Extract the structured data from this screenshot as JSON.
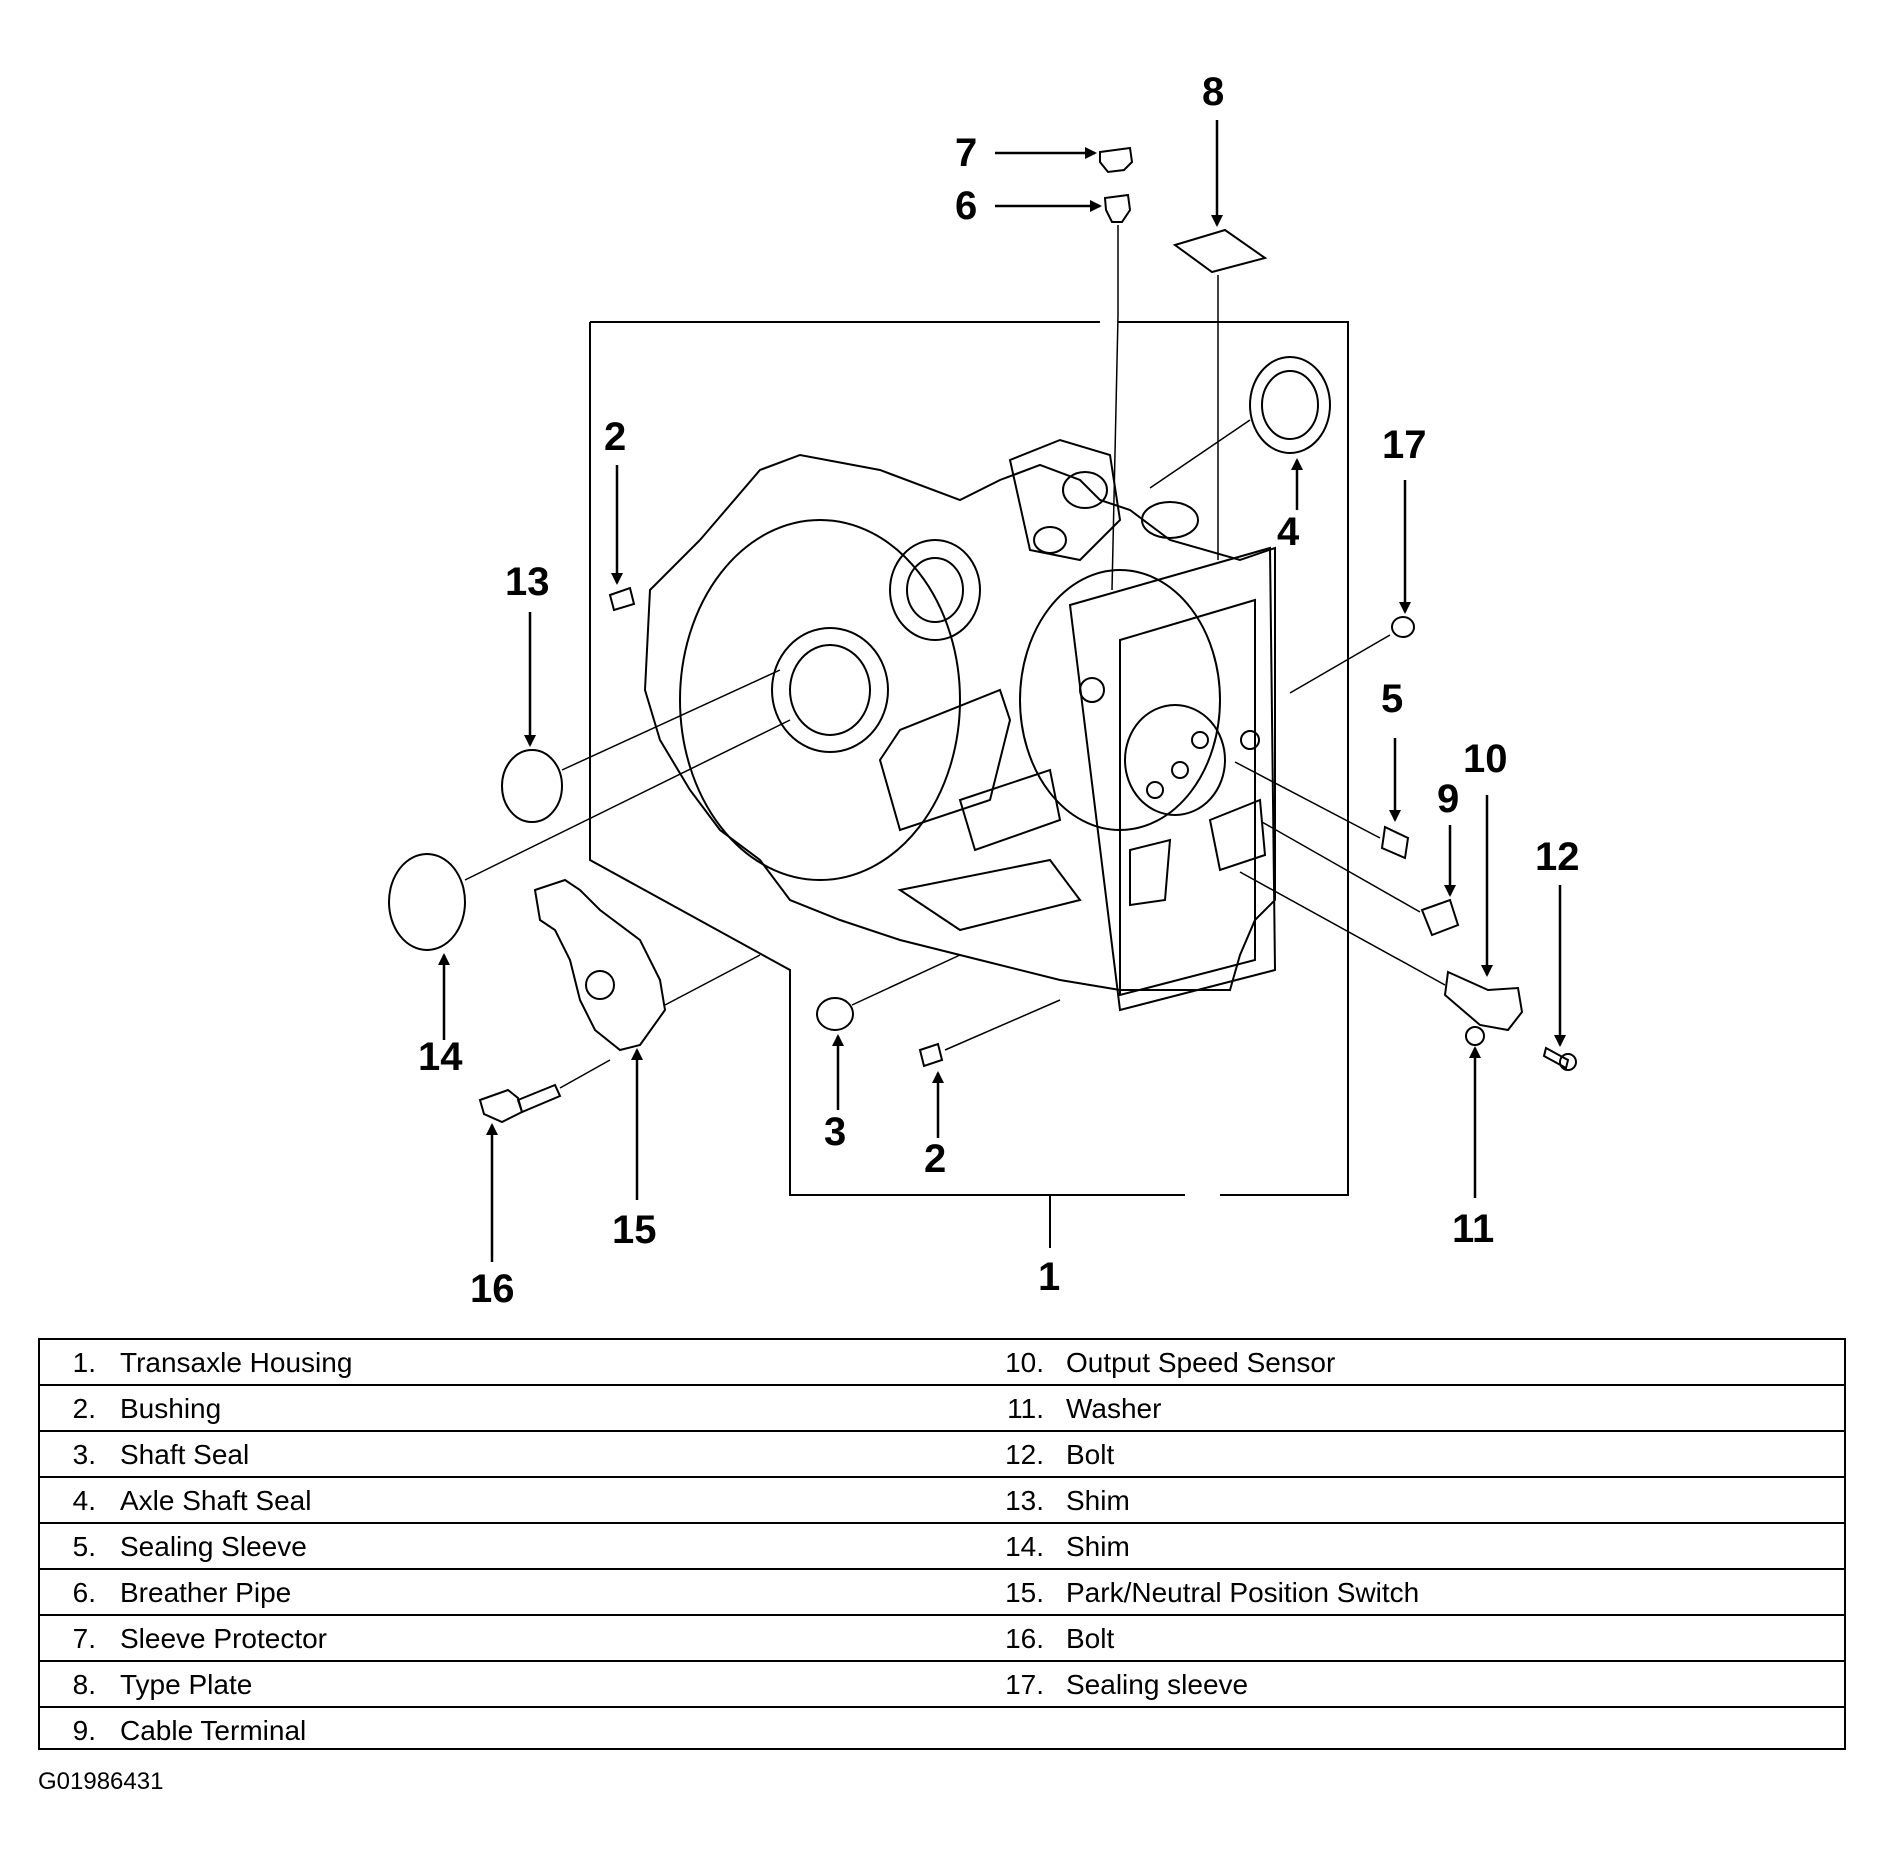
{
  "callouts": [
    "1",
    "2",
    "3",
    "4",
    "5",
    "6",
    "7",
    "8",
    "9",
    "10",
    "11",
    "12",
    "13",
    "14",
    "15",
    "16",
    "17"
  ],
  "legend": {
    "left": [
      {
        "num": "1.",
        "label": "Transaxle Housing"
      },
      {
        "num": "2.",
        "label": "Bushing"
      },
      {
        "num": "3.",
        "label": "Shaft Seal"
      },
      {
        "num": "4.",
        "label": "Axle Shaft Seal"
      },
      {
        "num": "5.",
        "label": "Sealing Sleeve"
      },
      {
        "num": "6.",
        "label": "Breather Pipe"
      },
      {
        "num": "7.",
        "label": "Sleeve Protector"
      },
      {
        "num": "8.",
        "label": "Type Plate"
      },
      {
        "num": "9.",
        "label": "Cable Terminal"
      }
    ],
    "right": [
      {
        "num": "10.",
        "label": "Output Speed Sensor"
      },
      {
        "num": "11.",
        "label": "Washer"
      },
      {
        "num": "12.",
        "label": "Bolt"
      },
      {
        "num": "13.",
        "label": "Shim"
      },
      {
        "num": "14.",
        "label": "Shim"
      },
      {
        "num": "15.",
        "label": "Park/Neutral Position Switch"
      },
      {
        "num": "16.",
        "label": "Bolt"
      },
      {
        "num": "17.",
        "label": "Sealing sleeve"
      }
    ]
  },
  "figure_id": "G01986431"
}
